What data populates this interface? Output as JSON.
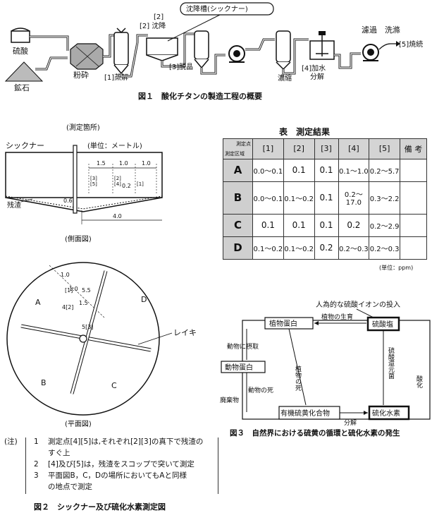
{
  "fig1": {
    "caption": "図１　酸化チタンの製造工程の概要",
    "labels": {
      "sulfuric": "硫酸",
      "ore": "鉱石",
      "crush": "粉砕",
      "evap": "[1]蒸解",
      "settle": "[2] 沈降",
      "thickener": "沈降槽(シックナー)",
      "deiron": "[3]脱晶",
      "concentrate": "濃縮",
      "hydrolysis_a": "[4]加水",
      "hydrolysis_b": "分解",
      "filter": "濾過　洗滌",
      "calcine": "[5]焼続"
    }
  },
  "table": {
    "title": "表　測定結果",
    "corner_top": "測定点",
    "corner_bottom": "測定区域",
    "columns": [
      "[1]",
      "[2]",
      "[3]",
      "[4]",
      "[5]",
      "備 考"
    ],
    "rows": [
      {
        "label": "A",
        "cells": [
          "0.0〜0.1",
          "0.1",
          "0.1",
          "0.1〜1.0",
          "0.2〜5.7",
          ""
        ]
      },
      {
        "label": "B",
        "cells": [
          "0.0〜0.1",
          "0.1〜0.2",
          "0.1",
          "0.2〜17.0",
          "0.3〜2.2",
          ""
        ]
      },
      {
        "label": "C",
        "cells": [
          "0.1",
          "0.1",
          "0.1",
          "0.2",
          "0.2〜2.9",
          ""
        ]
      },
      {
        "label": "D",
        "cells": [
          "0.1〜0.2",
          "0.1〜0.2",
          "0.2",
          "0.2〜0.3",
          "0.2〜0.3",
          ""
        ]
      }
    ],
    "unit": "(単位：ppm)"
  },
  "fig2": {
    "measure_points": "(測定箇所)",
    "thickener": "シックナー",
    "unit": "(単位：メートル)",
    "dims": [
      "1.5",
      "1.0",
      "1.0",
      "0.2",
      "0.6",
      "4.0"
    ],
    "sludge": "残渣",
    "side_view": "(側面図)",
    "plan_view": "(平面図)",
    "rake": "レイキ",
    "areas": [
      "A",
      "B",
      "C",
      "D"
    ],
    "plan_dims": [
      "1.0",
      "1.0",
      "5.5",
      "1.5"
    ],
    "plan_points": [
      "[1]",
      "4[2]",
      "5[3]"
    ],
    "caption": "図２　シックナー及び硫化水素測定図"
  },
  "notes": {
    "prefix": "(注)",
    "items": [
      {
        "num": "1",
        "lines": [
          "測定点[4][5]は,それぞれ[2][3]の真下で残渣の",
          "すぐ上"
        ]
      },
      {
        "num": "2",
        "lines": [
          "[4]及び[5]は，残渣をスコップで突いて測定"
        ]
      },
      {
        "num": "3",
        "lines": [
          "平面図B，C，Dの場所においてもAと同様",
          "の地点で測定"
        ]
      }
    ]
  },
  "fig3": {
    "input_label": "人為的な硫酸イオンの投入",
    "nodes": {
      "plant_protein": "植物蛋白",
      "sulfate": "硫酸塩",
      "animal_protein": "動物蛋白",
      "organic_sulfur": "有機硫黄化合物",
      "h2s": "硫化水素"
    },
    "edges": {
      "plant_growth": "植物の生育",
      "ingest": "動物に摂取",
      "plant_death": "植物の死",
      "animal_death": "動物の死",
      "waste": "廃棄物",
      "decompose": "分解",
      "sulfate_reducing": "硫酸還元菌",
      "oxidation": "酸化"
    },
    "caption": "図３　自然界における硫黄の循環と硫化水素の発生"
  }
}
